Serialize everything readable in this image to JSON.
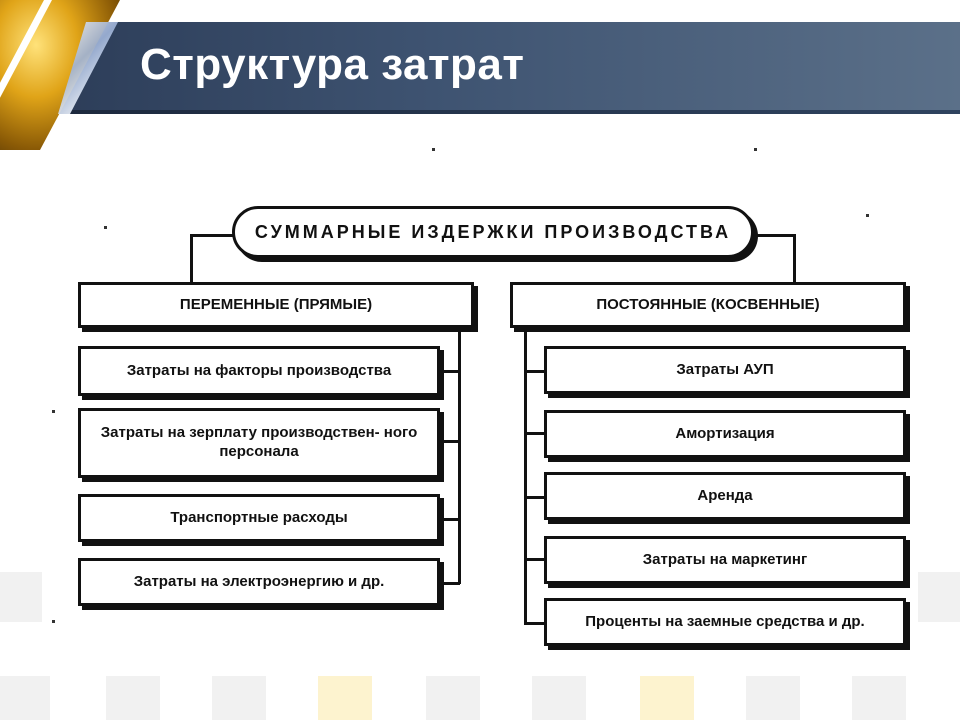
{
  "header": {
    "title": "Структура затрат"
  },
  "diagram": {
    "root": "СУММАРНЫЕ ИЗДЕРЖКИ ПРОИЗВОДСТВА",
    "left": {
      "title": "ПЕРЕМЕННЫЕ (ПРЯМЫЕ)",
      "items": [
        "Затраты на факторы производства",
        "Затраты на зерплату производствен- ного персонала",
        "Транспортные расходы",
        "Затраты на электроэнергию и др."
      ]
    },
    "right": {
      "title": "ПОСТОЯННЫЕ (КОСВЕННЫЕ)",
      "items": [
        "Затраты АУП",
        "Амортизация",
        "Аренда",
        "Затраты на маркетинг",
        "Проценты на заемные средства и др."
      ]
    }
  }
}
